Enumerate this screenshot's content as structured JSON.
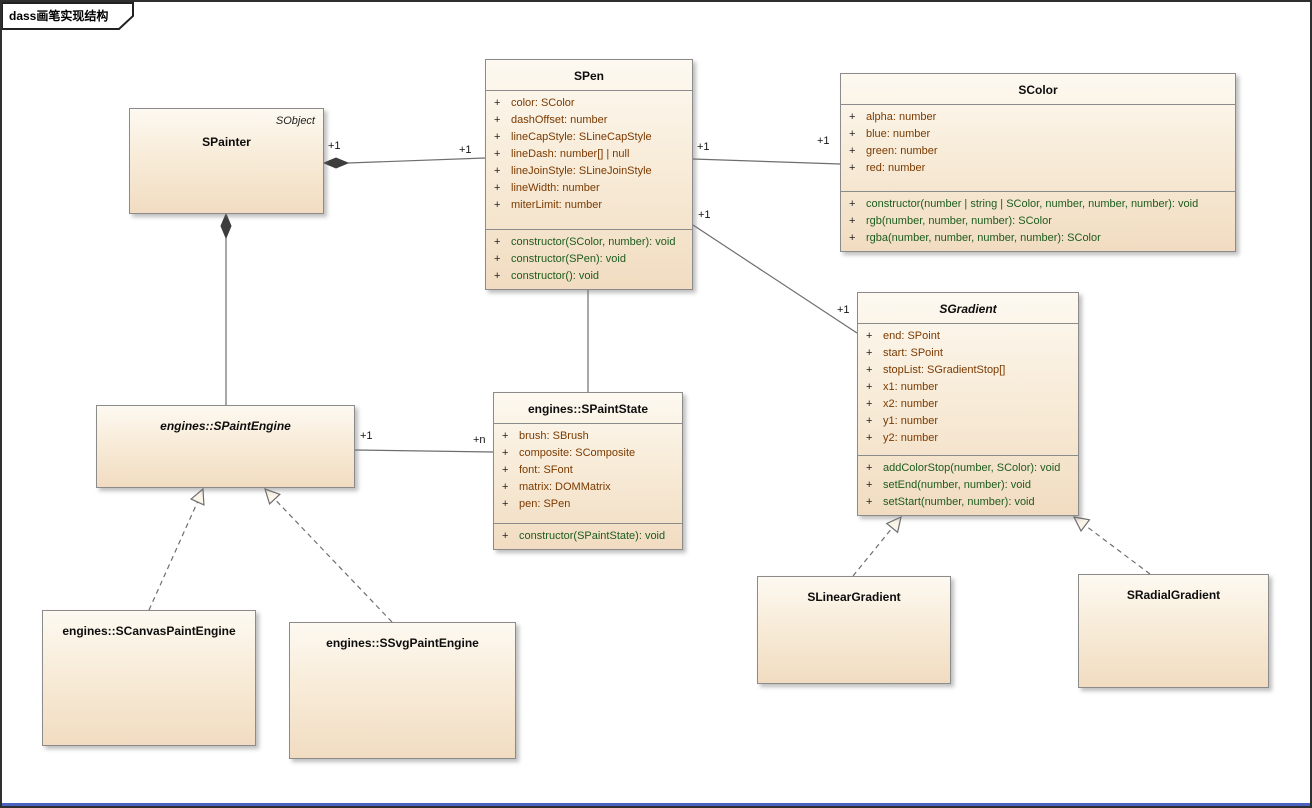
{
  "frame": {
    "label": "dass画笔实现结构"
  },
  "palette": {
    "class_fill_top": "#fdf9f1",
    "class_fill_bottom": "#f1dcc1",
    "class_border": "#8b8b8b",
    "attribute_text": "#7b3a00",
    "method_text": "#1d5c1d",
    "connector": "#6e6e6e",
    "frame_border": "#2f2f2f",
    "bottom_strip": "#4a63c0"
  },
  "classes": {
    "spainter": {
      "stereotype": "SObject",
      "name": "SPainter"
    },
    "spen": {
      "name": "SPen",
      "attributes": [
        {
          "v": "+",
          "t": "color: SColor"
        },
        {
          "v": "+",
          "t": "dashOffset: number"
        },
        {
          "v": "+",
          "t": "lineCapStyle: SLineCapStyle"
        },
        {
          "v": "+",
          "t": "lineDash: number[] | null"
        },
        {
          "v": "+",
          "t": "lineJoinStyle: SLineJoinStyle"
        },
        {
          "v": "+",
          "t": "lineWidth: number"
        },
        {
          "v": "+",
          "t": "miterLimit: number"
        }
      ],
      "methods": [
        {
          "v": "+",
          "t": "constructor(SColor, number): void"
        },
        {
          "v": "+",
          "t": "constructor(SPen): void"
        },
        {
          "v": "+",
          "t": "constructor(): void"
        }
      ]
    },
    "scolor": {
      "name": "SColor",
      "attributes": [
        {
          "v": "+",
          "t": "alpha: number"
        },
        {
          "v": "+",
          "t": "blue: number"
        },
        {
          "v": "+",
          "t": "green: number"
        },
        {
          "v": "+",
          "t": "red: number"
        }
      ],
      "methods": [
        {
          "v": "+",
          "t": "constructor(number | string | SColor, number, number, number): void"
        },
        {
          "v": "+",
          "t": "rgb(number, number, number): SColor"
        },
        {
          "v": "+",
          "t": "rgba(number, number, number, number): SColor"
        }
      ]
    },
    "sgradient": {
      "name": "SGradient",
      "attributes": [
        {
          "v": "+",
          "t": "end: SPoint"
        },
        {
          "v": "+",
          "t": "start: SPoint"
        },
        {
          "v": "+",
          "t": "stopList: SGradientStop[]"
        },
        {
          "v": "+",
          "t": "x1: number"
        },
        {
          "v": "+",
          "t": "x2: number"
        },
        {
          "v": "+",
          "t": "y1: number"
        },
        {
          "v": "+",
          "t": "y2: number"
        }
      ],
      "methods": [
        {
          "v": "+",
          "t": "addColorStop(number, SColor): void"
        },
        {
          "v": "+",
          "t": "setEnd(number, number): void"
        },
        {
          "v": "+",
          "t": "setStart(number, number): void"
        }
      ]
    },
    "spaintengine": {
      "name": "engines::SPaintEngine"
    },
    "spaintstate": {
      "name": "engines::SPaintState",
      "attributes": [
        {
          "v": "+",
          "t": "brush: SBrush"
        },
        {
          "v": "+",
          "t": "composite: SComposite"
        },
        {
          "v": "+",
          "t": "font: SFont"
        },
        {
          "v": "+",
          "t": "matrix: DOMMatrix"
        },
        {
          "v": "+",
          "t": "pen: SPen"
        }
      ],
      "methods": [
        {
          "v": "+",
          "t": "constructor(SPaintState): void"
        }
      ]
    },
    "scanvaspaintengine": {
      "name": "engines::SCanvasPaintEngine"
    },
    "ssvgpaintengine": {
      "name": "engines::SSvgPaintEngine"
    },
    "slineargradient": {
      "name": "SLinearGradient"
    },
    "sradialgradient": {
      "name": "SRadialGradient"
    }
  },
  "multiplicities": {
    "painter_pen_src": "+1",
    "painter_pen_dst": "+1",
    "pen_color_src": "+1",
    "pen_color_dst": "+1",
    "pen_gradient_src": "+1",
    "pen_gradient_dst": "+1",
    "engine_state_src": "+1",
    "engine_state_dst": "+n"
  }
}
